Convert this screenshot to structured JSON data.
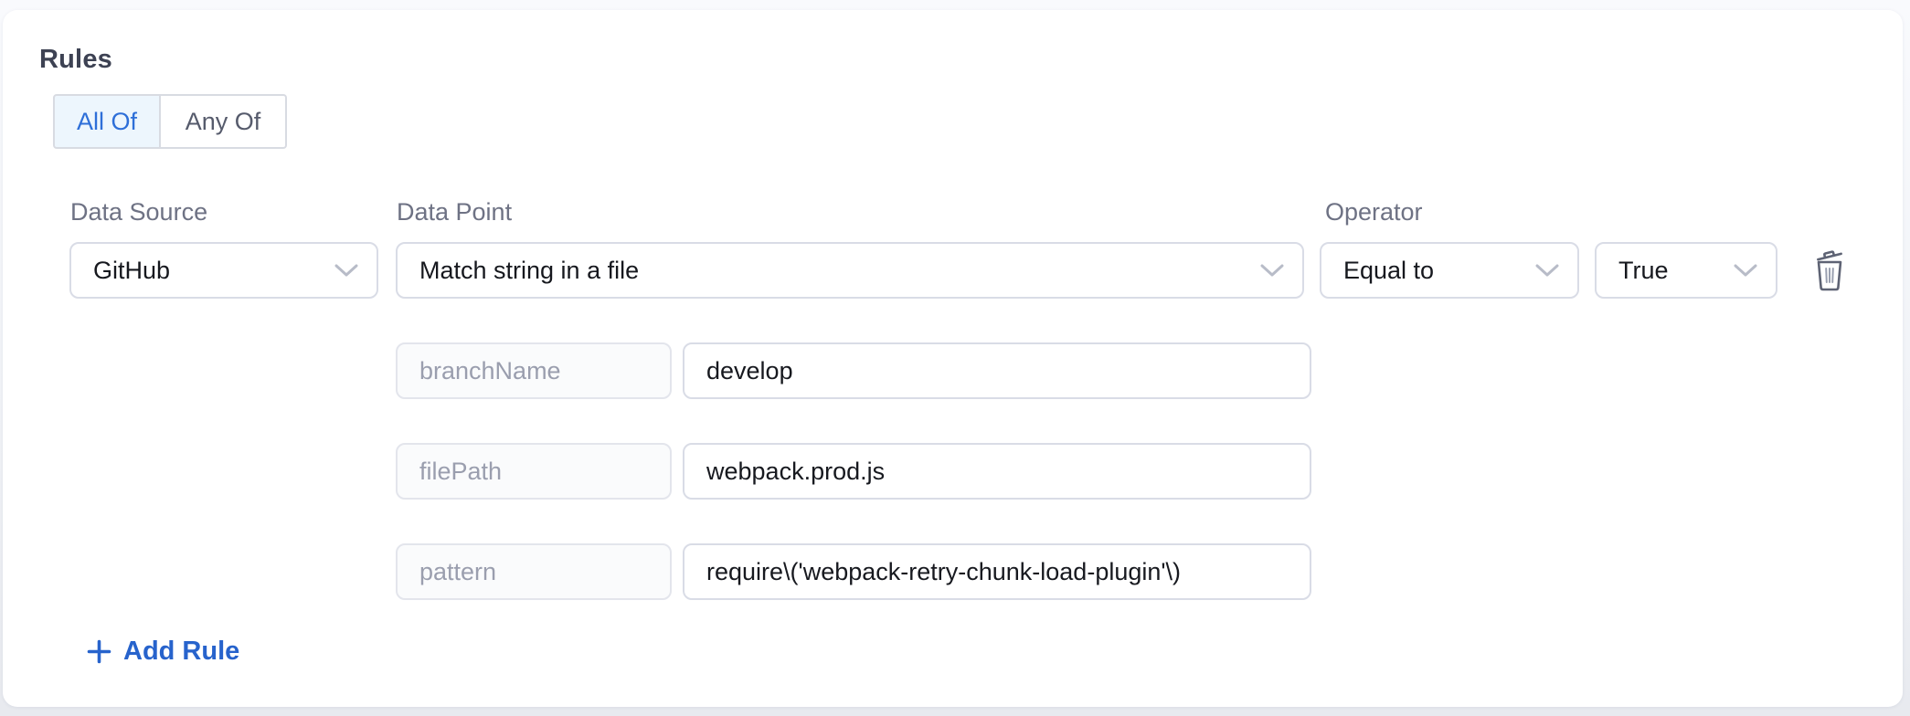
{
  "card": {
    "title": "Rules",
    "mode_toggle": {
      "options": [
        {
          "label": "All Of",
          "active": true
        },
        {
          "label": "Any Of",
          "active": false
        }
      ]
    },
    "rule": {
      "data_source": {
        "label": "Data Source",
        "value": "GitHub"
      },
      "data_point": {
        "label": "Data Point",
        "value": "Match string in a file"
      },
      "operator": {
        "label": "Operator",
        "value": "Equal to"
      },
      "expected": {
        "value": "True"
      },
      "params": [
        {
          "key": "branchName",
          "value": "develop"
        },
        {
          "key": "filePath",
          "value": "webpack.prod.js"
        },
        {
          "key": "pattern",
          "value": "require\\('webpack-retry-chunk-load-plugin'\\)"
        }
      ]
    },
    "add_rule": {
      "label": "Add Rule"
    }
  },
  "icons": {
    "chevron_down": "chevron-down-icon",
    "delete": "trash-icon",
    "plus": "plus-icon"
  },
  "colors": {
    "accent_blue": "#2e6fd8",
    "add_rule_blue": "#2763cc",
    "segment_active_bg": "#edf6fd",
    "label_gray": "#6e7284",
    "control_border": "#d9dce6",
    "key_input_bg": "#fafbfc",
    "key_input_text": "#9a9eae",
    "text_dark": "#17191f",
    "icon_gray": "#5e6374",
    "card_bg": "#ffffff"
  }
}
